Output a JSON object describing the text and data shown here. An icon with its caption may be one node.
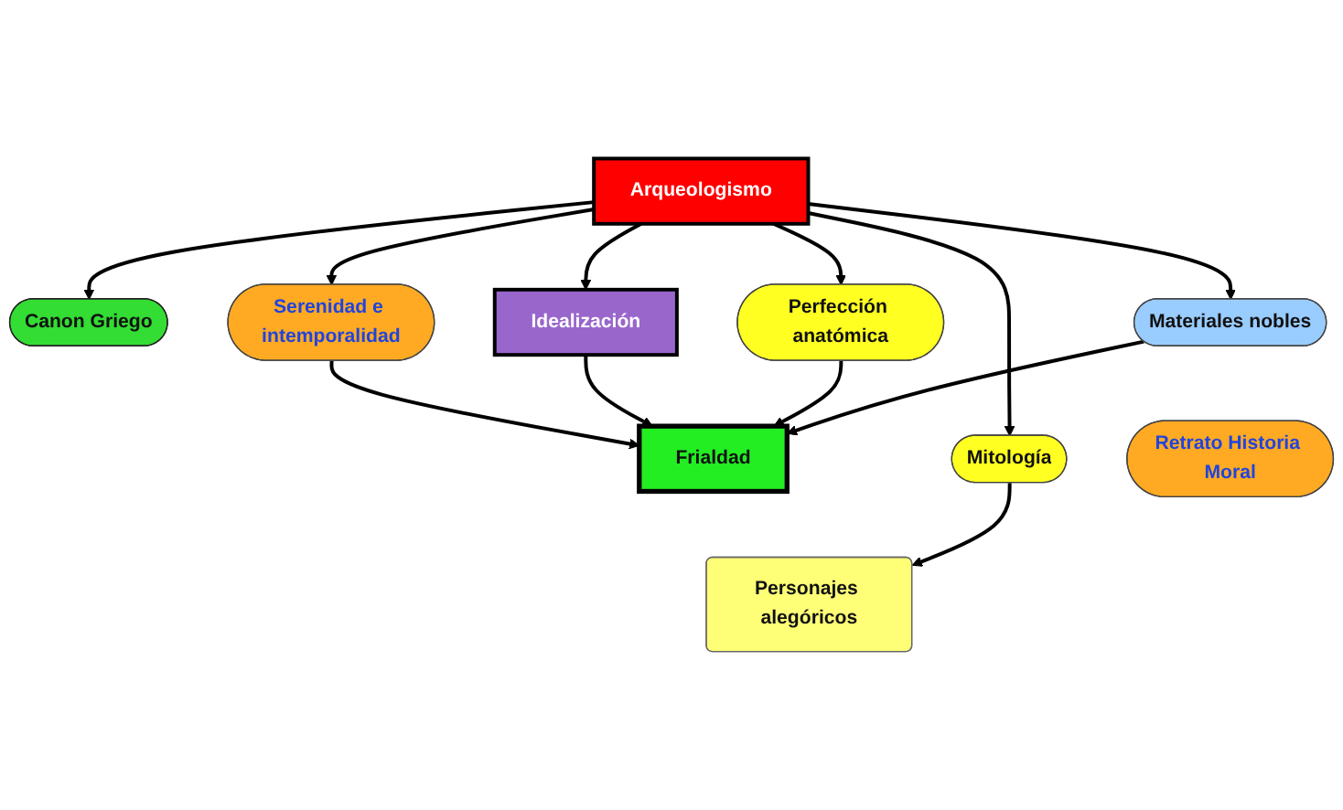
{
  "diagram": {
    "nodes": [
      {
        "text": [
          "Arqueologismo"
        ]
      },
      {
        "text": [
          "Canon Griego"
        ]
      },
      {
        "text": [
          "Perfección anatómica"
        ]
      },
      {
        "text": [
          "Idealización"
        ]
      },
      {
        "text": [
          "Serenidad e intemporalidad"
        ]
      },
      {
        "text": [
          "Materiales nobles"
        ]
      },
      {
        "text": [
          "Mitología"
        ]
      },
      {
        "text": [
          "Frialdad"
        ]
      },
      {
        "text": [
          "Personajes alegóricos"
        ]
      },
      {
        "text": [
          "Retrato Historia Moral"
        ]
      }
    ],
    "edges": [
      {
        "from": 0,
        "to": 1,
        "arrow": "to"
      },
      {
        "from": 0,
        "to": 5,
        "arrow": "to"
      },
      {
        "from": 0,
        "to": 2,
        "arrow": "to"
      },
      {
        "from": 0,
        "to": 3,
        "arrow": "to"
      },
      {
        "from": 0,
        "to": 6,
        "arrow": "to"
      },
      {
        "from": 0,
        "to": 4,
        "arrow": "to"
      },
      {
        "from": 5,
        "to": 7,
        "arrow": "to"
      },
      {
        "from": 2,
        "to": 7,
        "arrow": "to"
      },
      {
        "from": 3,
        "to": 7,
        "arrow": "to"
      },
      {
        "from": 4,
        "to": 7,
        "arrow": "to"
      },
      {
        "from": 6,
        "to": 8,
        "arrow": "to"
      }
    ]
  }
}
